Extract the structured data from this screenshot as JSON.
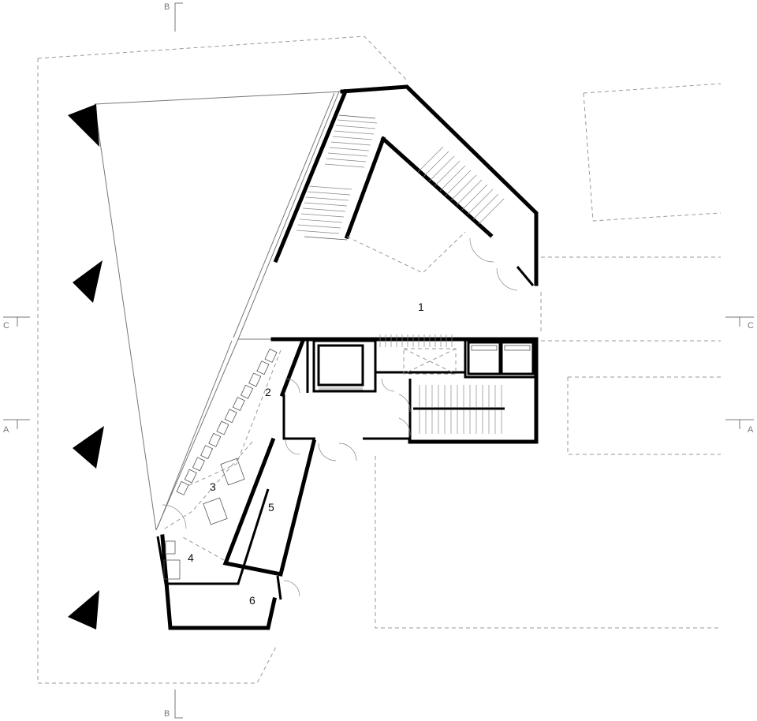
{
  "rooms": [
    {
      "id": "1",
      "label": "1"
    },
    {
      "id": "2",
      "label": "2"
    },
    {
      "id": "3",
      "label": "3"
    },
    {
      "id": "4",
      "label": "4"
    },
    {
      "id": "5",
      "label": "5"
    },
    {
      "id": "6",
      "label": "6"
    }
  ],
  "section_markers": {
    "b_top": "B",
    "b_bottom": "B",
    "c_left": "C",
    "c_right": "C",
    "a_left": "A",
    "a_right": "A"
  },
  "colors": {
    "wall": "#000000",
    "line": "#777777",
    "dashed": "#999999",
    "background": "#ffffff"
  }
}
